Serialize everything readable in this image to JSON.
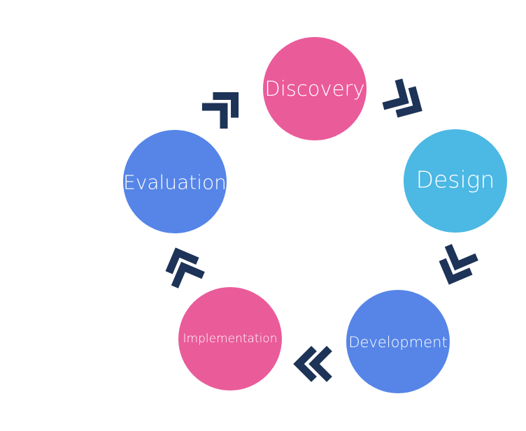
{
  "diagram": {
    "type": "cycle",
    "colors": {
      "pink": "#ea5b9a",
      "light_blue": "#4cb8e4",
      "blue": "#5685e7",
      "arrow": "#1d3357"
    },
    "nodes": [
      {
        "id": "discovery",
        "label": "Discovery",
        "color": "#ea5b9a"
      },
      {
        "id": "design",
        "label": "Design",
        "color": "#4cb8e4"
      },
      {
        "id": "development",
        "label": "Development",
        "color": "#5685e7"
      },
      {
        "id": "implementation",
        "label": "Implementation",
        "color": "#ea5b9a"
      },
      {
        "id": "evaluation",
        "label": "Evaluation",
        "color": "#5685e7"
      }
    ],
    "connectors": [
      {
        "from": "discovery",
        "to": "design",
        "icon": "double-chevron-icon"
      },
      {
        "from": "design",
        "to": "development",
        "icon": "double-chevron-icon"
      },
      {
        "from": "development",
        "to": "implementation",
        "icon": "double-chevron-icon"
      },
      {
        "from": "implementation",
        "to": "evaluation",
        "icon": "double-chevron-icon"
      },
      {
        "from": "evaluation",
        "to": "discovery",
        "icon": "double-chevron-icon"
      }
    ]
  }
}
